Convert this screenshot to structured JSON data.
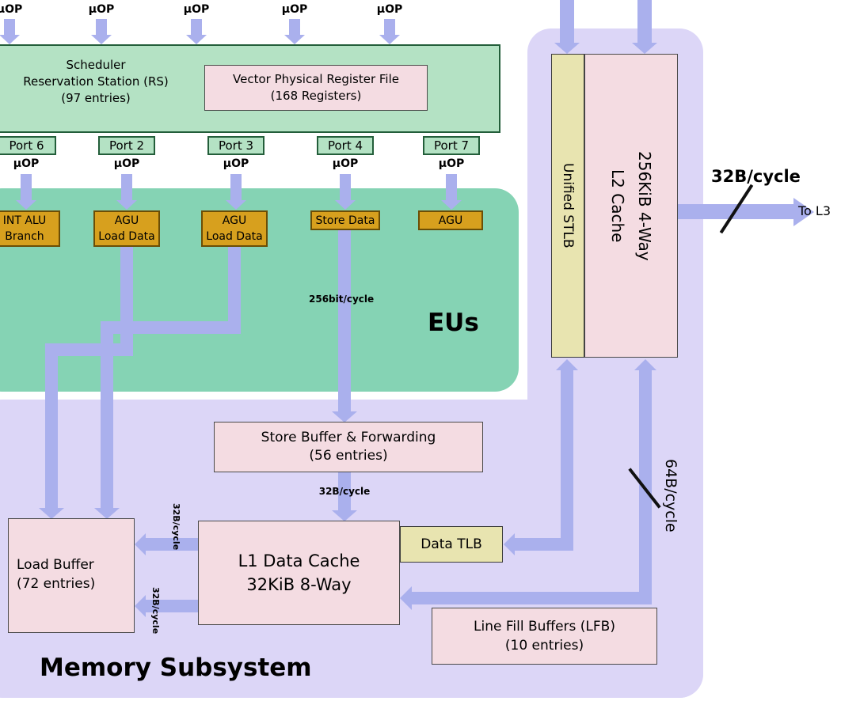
{
  "colors": {
    "arrow": "#aab0ed",
    "scheduler_green": "#b4e2c4",
    "eu_teal": "#85d3b4",
    "gold": "#d7a01e",
    "pink": "#f4dce2",
    "khaki": "#e8e4b0",
    "lavender": "#dcd6f7"
  },
  "top_uops": [
    "μOP",
    "μOP",
    "μOP",
    "μOP",
    "μOP"
  ],
  "scheduler": {
    "line1": "Scheduler",
    "line2": "Reservation Station (RS)",
    "line3": "(97 entries)"
  },
  "vprf": {
    "line1": "Vector Physical Register File",
    "line2": "(168 Registers)"
  },
  "ports": [
    "Port 6",
    "Port 2",
    "Port 3",
    "Port 4",
    "Port 7"
  ],
  "port_uops": [
    "μOP",
    "μOP",
    "μOP",
    "μOP",
    "μOP"
  ],
  "eus": {
    "label": "EUs",
    "unit1": {
      "line1": "INT ALU",
      "line2": "Branch"
    },
    "unit2": {
      "line1": "AGU",
      "line2": "Load Data"
    },
    "unit3": {
      "line1": "AGU",
      "line2": "Load Data"
    },
    "unit4": {
      "line1": "Store Data"
    },
    "unit5": {
      "line1": "AGU"
    }
  },
  "bandwidth": {
    "store_to_buffer": "256bit/cycle",
    "buffer_to_l1": "32B/cycle",
    "l1_to_loadbuffer_top": "32B/cycle",
    "l1_to_loadbuffer_bottom": "32B/cycle",
    "l1_l2": "64B/cycle",
    "l2_l3": "32B/cycle"
  },
  "memory": {
    "label": "Memory Subsystem",
    "store_buffer": {
      "line1": "Store Buffer & Forwarding",
      "line2": "(56 entries)"
    },
    "load_buffer": {
      "line1": "Load Buffer",
      "line2": "(72 entries)"
    },
    "l1": {
      "line1": "L1 Data Cache",
      "line2": "32KiB 8-Way"
    },
    "data_tlb": "Data TLB",
    "lfb": {
      "line1": "Line Fill Buffers (LFB)",
      "line2": "(10 entries)"
    }
  },
  "right": {
    "stlb": "Unified STLB",
    "l2_line1": "L2 Cache",
    "l2_line2": "256KiB 4-Way",
    "to_l3": "To L3"
  }
}
